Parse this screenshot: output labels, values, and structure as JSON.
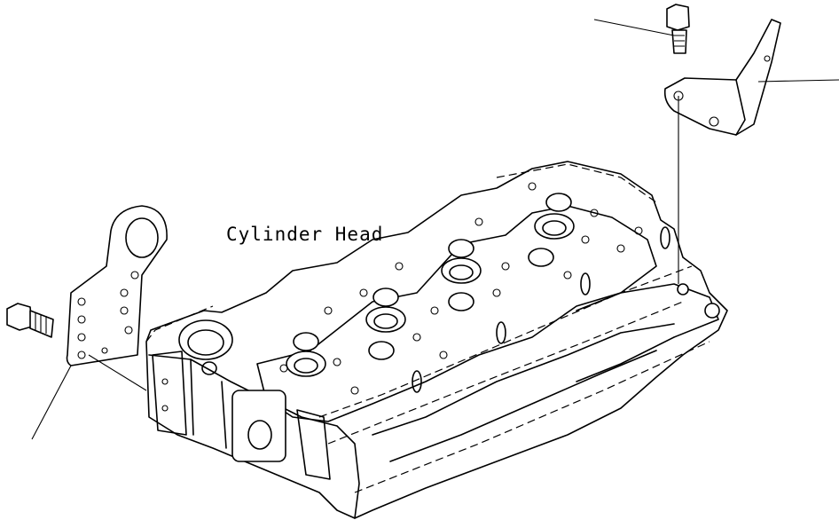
{
  "diagram": {
    "label": "Cylinder Head",
    "parts": [
      {
        "id": "cylinder-head",
        "icon": "cylinder-head-drawing"
      },
      {
        "id": "front-lifting-bracket",
        "icon": "bracket-drawing"
      },
      {
        "id": "front-bracket-bolt",
        "icon": "bolt-drawing"
      },
      {
        "id": "rear-lifting-bracket",
        "icon": "bracket-drawing"
      },
      {
        "id": "rear-bracket-bolt",
        "icon": "bolt-drawing"
      }
    ],
    "colors": {
      "ink": "#000000",
      "paper": "#ffffff"
    }
  }
}
